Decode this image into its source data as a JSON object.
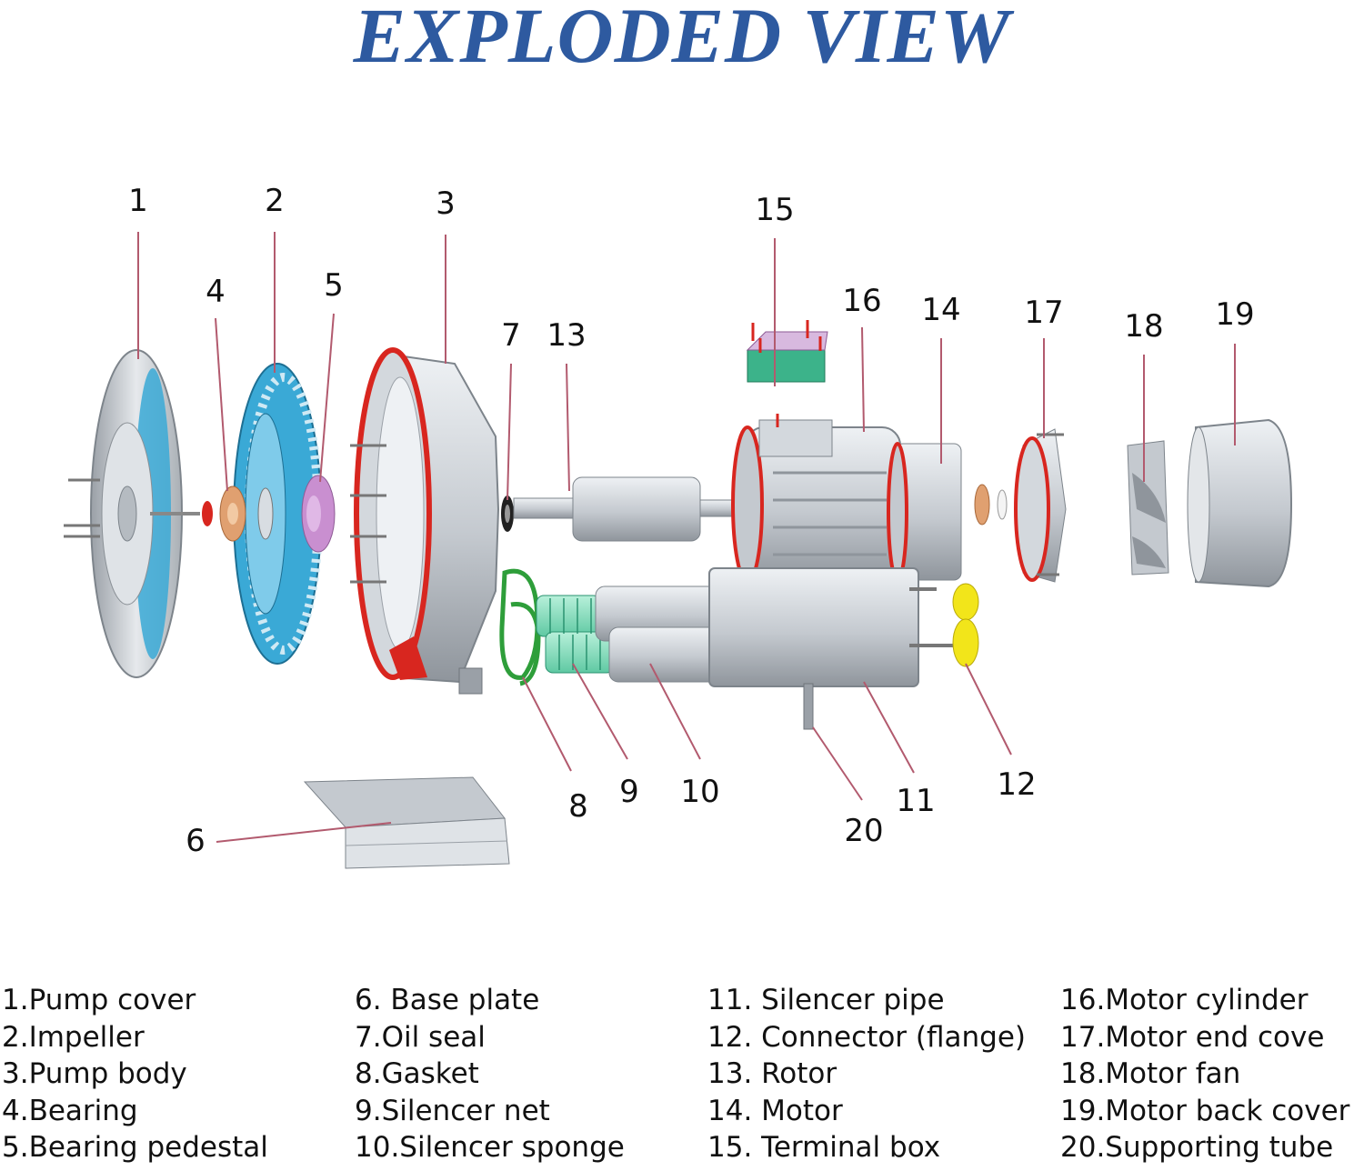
{
  "title": "EXPLODED VIEW",
  "callouts": [
    "1",
    "2",
    "3",
    "4",
    "5",
    "6",
    "7",
    "8",
    "9",
    "10",
    "11",
    "12",
    "13",
    "14",
    "15",
    "16",
    "17",
    "18",
    "19",
    "20"
  ],
  "legend": {
    "col1": [
      "1.Pump cover",
      "2.Impeller",
      "3.Pump body",
      "4.Bearing",
      "5.Bearing pedestal"
    ],
    "col2": [
      "6. Base plate",
      "7.Oil seal",
      "8.Gasket",
      "9.Silencer net",
      "10.Silencer sponge"
    ],
    "col3": [
      "11. Silencer pipe",
      "12. Connector (flange)",
      "13. Rotor",
      "14. Motor",
      "15. Terminal box"
    ],
    "col4": [
      "16.Motor cylinder",
      "17.Motor end cove",
      "18.Motor fan",
      "19.Motor back cover",
      "20.Supporting tube"
    ]
  },
  "colors": {
    "title": "#2e5aa0",
    "metal": "#c9ced4",
    "impeller_blue": "#3aa9d6",
    "seal_red": "#d8261f",
    "pedestal_purple": "#c98fd0",
    "gasket_green": "#2e9e3a",
    "net_green": "#8fe0c4",
    "terminal_green": "#3cb38a",
    "connector_yellow": "#f2e51a",
    "bearing_orange": "#e0a070",
    "leader_line": "#b25a6e"
  }
}
